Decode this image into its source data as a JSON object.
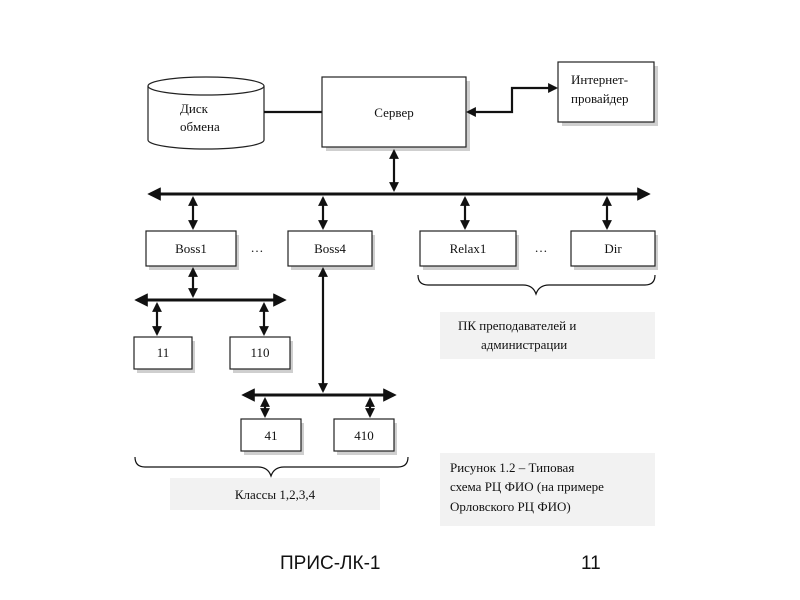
{
  "diagram": {
    "disk": {
      "line1": "Диск",
      "line2": "обмена"
    },
    "server": "Сервер",
    "isp": {
      "line1": "Интернет-",
      "line2": "провайдер"
    },
    "boss1": "Boss1",
    "dots1": "…",
    "boss4": "Boss4",
    "relax1": "Relax1",
    "dots2": "…",
    "dir": "Dir",
    "n11": "11",
    "n110": "110",
    "n41": "41",
    "n410": "410",
    "teachers": {
      "line1": "ПК преподавателей и",
      "line2": "администрации"
    },
    "classes": "Классы 1,2,3,4",
    "caption": {
      "line1": "Рисунок 1.2 – Типовая",
      "line2": "схема РЦ ФИО (на примере",
      "line3": "Орловского РЦ ФИО)"
    }
  },
  "footer": {
    "title": "ПРИС-ЛК-1",
    "page": "11"
  }
}
